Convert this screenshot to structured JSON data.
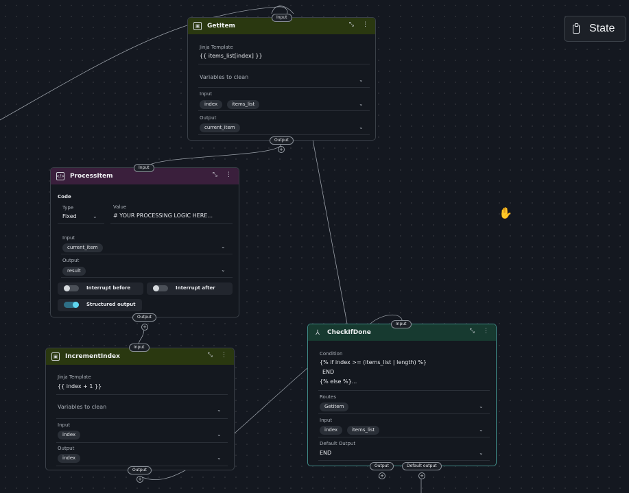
{
  "state_button": {
    "label": "State",
    "icon": "clipboard-icon"
  },
  "nodes": {
    "getitem": {
      "title": "GetItem",
      "jinja_label": "Jinja Template",
      "jinja_value": "{{ items_list[index] }}",
      "vars_label": "Variables to clean",
      "input_label": "Input",
      "inputs": [
        "index",
        "items_list"
      ],
      "output_label": "Output",
      "outputs": [
        "current_item"
      ],
      "port_in": "Input",
      "port_out": "Output"
    },
    "processitem": {
      "title": "ProcessItem",
      "code_label": "Code",
      "type_label": "Type",
      "type_value": "Fixed",
      "value_label": "Value",
      "value_value": "# YOUR PROCESSING LOGIC HERE...",
      "input_label": "Input",
      "inputs": [
        "current_item"
      ],
      "output_label": "Output",
      "outputs": [
        "result"
      ],
      "interrupt_before": "Interrupt before",
      "interrupt_after": "Interrupt after",
      "structured_output": "Structured output",
      "port_in": "Input",
      "port_out": "Output"
    },
    "incrementindex": {
      "title": "IncrementIndex",
      "jinja_label": "Jinja Template",
      "jinja_value": "{{ index + 1 }}",
      "vars_label": "Variables to clean",
      "input_label": "Input",
      "inputs": [
        "index"
      ],
      "output_label": "Output",
      "outputs": [
        "index"
      ],
      "port_in": "Input",
      "port_out": "Output"
    },
    "checkifdone": {
      "title": "CheckIfDone",
      "condition_label": "Condition",
      "condition_line1": "{% if index >= (items_list | length) %}",
      "condition_line2": "END",
      "condition_line3": "{% else %}...",
      "routes_label": "Routes",
      "routes": [
        "GetItem"
      ],
      "input_label": "Input",
      "inputs": [
        "index",
        "items_list"
      ],
      "default_label": "Default Output",
      "default_value": "END",
      "port_in": "Input",
      "port_out": "Output",
      "port_default": "Default output"
    }
  },
  "colors": {
    "canvas": "#141820",
    "header_green": "#2a3810",
    "header_purple": "#3a1f3c",
    "header_teal": "#173a30",
    "toggle_on": "#5fd6ef"
  }
}
